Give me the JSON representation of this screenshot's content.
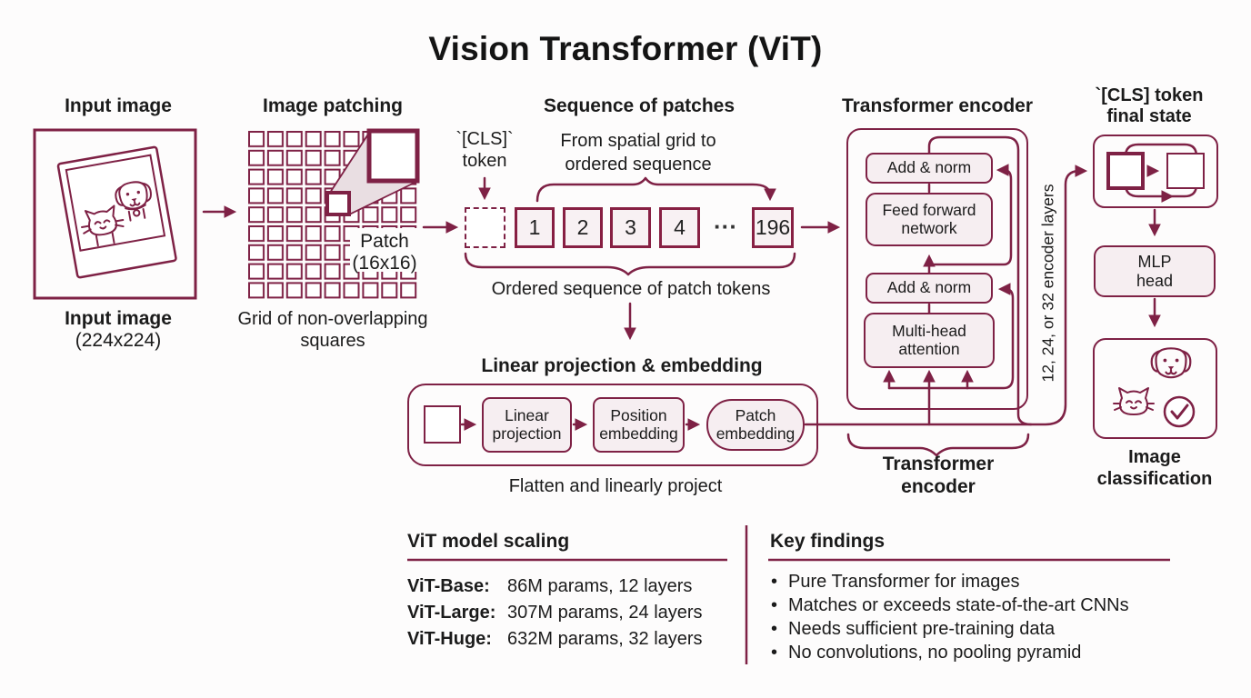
{
  "title": "Vision Transformer (ViT)",
  "colors": {
    "maroon": "#7e2145",
    "box_fill": "#f6eef1",
    "text": "#1b1b1b",
    "background": "#fdfcfc"
  },
  "columns": {
    "input_heading": "Input image",
    "patching_heading": "Image patching",
    "sequence_heading": "Sequence of patches",
    "encoder_heading": "Transformer encoder",
    "head_heading_line1": "`[CLS] token",
    "head_heading_line2": "final state"
  },
  "input": {
    "caption_line1": "Input image",
    "caption_line2": "(224x224)"
  },
  "patching": {
    "patch_line1": "Patch",
    "patch_line2": "(16x16)",
    "caption_line1": "Grid of non-overlapping",
    "caption_line2": "squares"
  },
  "sequence": {
    "cls_line1": "`[CLS]`",
    "cls_line2": "token",
    "annotation_line1": "From spatial grid to",
    "annotation_line2": "ordered sequence",
    "tokens": [
      "1",
      "2",
      "3",
      "4"
    ],
    "ellipsis": "···",
    "last_token": "196",
    "caption": "Ordered sequence of patch tokens"
  },
  "projection": {
    "heading": "Linear projection & embedding",
    "box1": "Linear projection",
    "box2": "Position embedding",
    "box3": "Patch embedding",
    "caption": "Flatten and linearly project"
  },
  "encoder": {
    "block1": "Add & norm",
    "block2": "Feed forward network",
    "block3": "Add & norm",
    "block4": "Multi-head attention",
    "layers_note": "12, 24, or 32 encoder layers",
    "label_line1": "Transformer",
    "label_line2": "encoder"
  },
  "head": {
    "mlp_line1": "MLP",
    "mlp_line2": "head",
    "label_line1": "Image",
    "label_line2": "classification"
  },
  "scaling": {
    "heading": "ViT model scaling",
    "rows": [
      {
        "name": "ViT-Base:",
        "value": "86M params, 12 layers"
      },
      {
        "name": "ViT-Large:",
        "value": "307M params, 24 layers"
      },
      {
        "name": "ViT-Huge:",
        "value": "632M params, 32 layers"
      }
    ]
  },
  "findings": {
    "heading": "Key findings",
    "items": [
      "Pure Transformer for images",
      "Matches or exceeds state-of-the-art CNNs",
      "Needs sufficient pre-training data",
      "No convolutions, no pooling pyramid"
    ]
  }
}
